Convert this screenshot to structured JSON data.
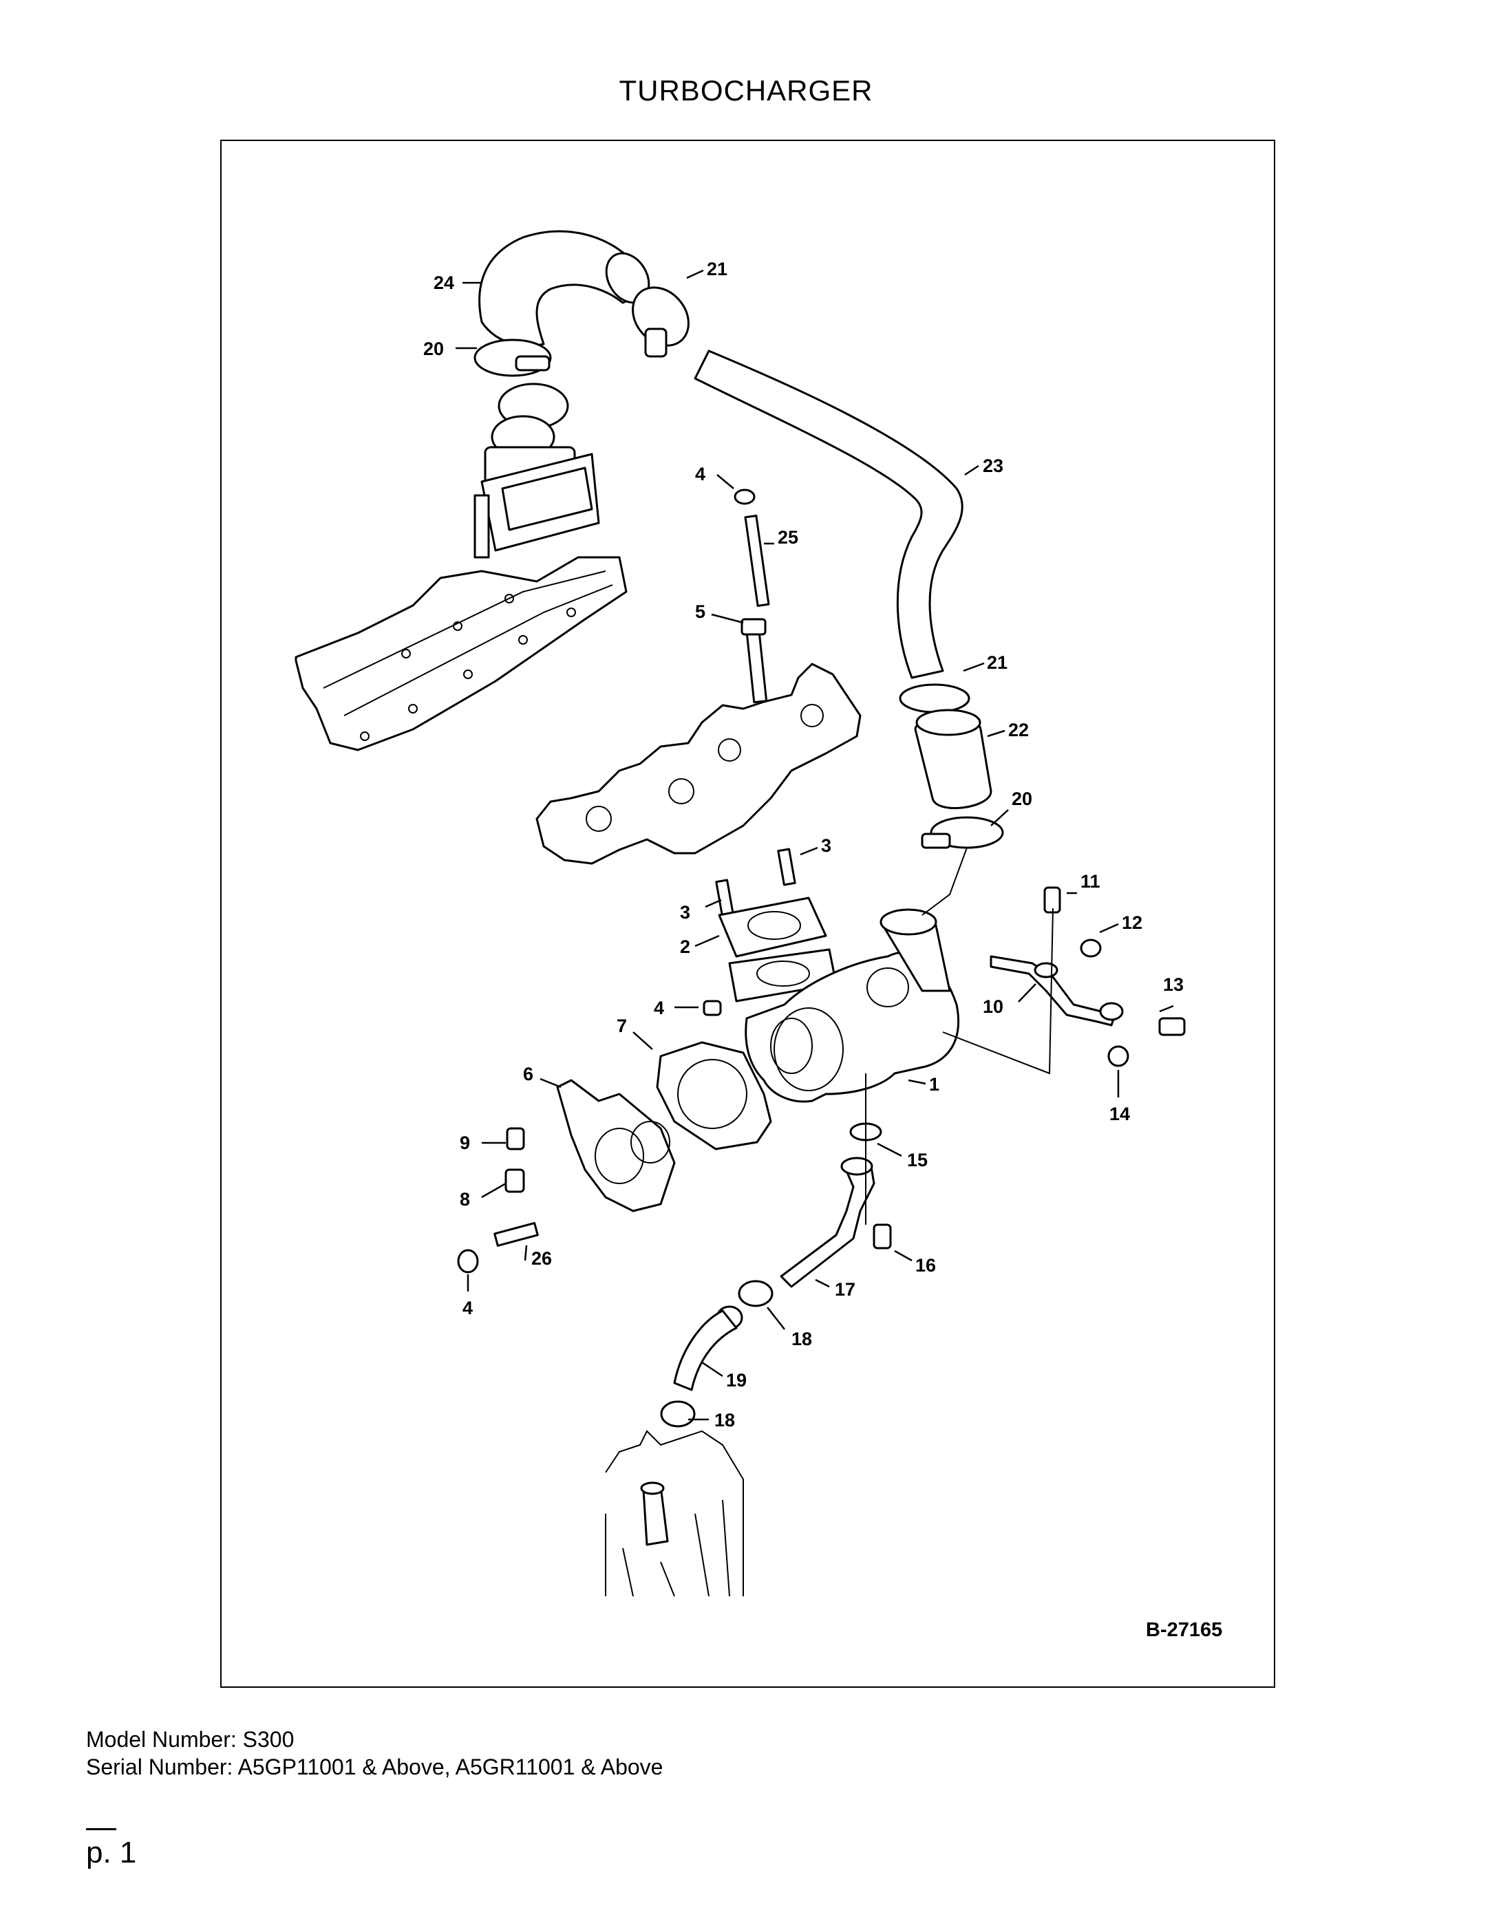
{
  "title": "TURBOCHARGER",
  "diagram": {
    "reference": "B-27165",
    "callouts": {
      "c1": "1",
      "c2": "2",
      "c3a": "3",
      "c3b": "3",
      "c4a": "4",
      "c4b": "4",
      "c4c": "4",
      "c5": "5",
      "c6": "6",
      "c7": "7",
      "c8": "8",
      "c9": "9",
      "c10": "10",
      "c11": "11",
      "c12": "12",
      "c13": "13",
      "c14": "14",
      "c15": "15",
      "c16": "16",
      "c17": "17",
      "c18a": "18",
      "c18b": "18",
      "c19": "19",
      "c20a": "20",
      "c20b": "20",
      "c21a": "21",
      "c21b": "21",
      "c22": "22",
      "c23": "23",
      "c24": "24",
      "c25": "25",
      "c26": "26"
    }
  },
  "footer": {
    "model": "Model Number: S300",
    "serial": "Serial Number: A5GP11001 & Above, A5GR11001 & Above",
    "page": "p. 1"
  }
}
